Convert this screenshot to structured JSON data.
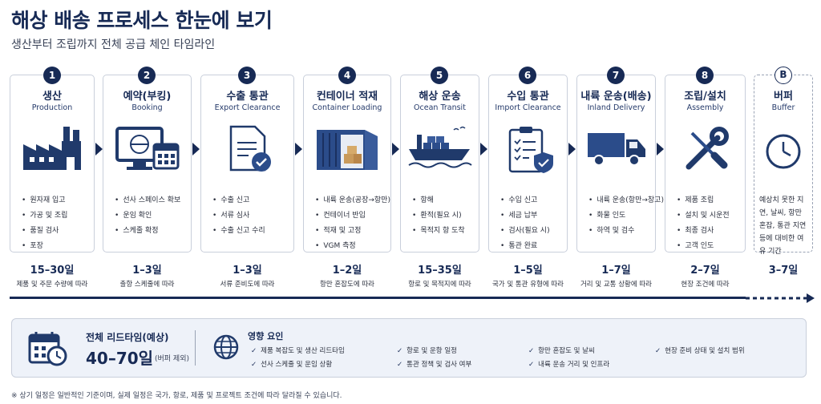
{
  "title": "해상 배송 프로세스 한눈에 보기",
  "subtitle": "생산부터 조립까지 전체 공급 체인 타임라인",
  "stages": [
    {
      "num": "1",
      "kr": "생산",
      "en": "Production",
      "bullets": [
        "원자재 입고",
        "가공 및 조립",
        "품질 검사",
        "포장"
      ],
      "duration": "15–30일",
      "note": "제품 및 주문 수량에 따라"
    },
    {
      "num": "2",
      "kr": "예약(부킹)",
      "en": "Booking",
      "bullets": [
        "선사 스페이스 확보",
        "운임 확인",
        "스케줄 확정"
      ],
      "duration": "1–3일",
      "note": "출항 스케줄에 따라"
    },
    {
      "num": "3",
      "kr": "수출 통관",
      "en": "Export Clearance",
      "bullets": [
        "수출 신고",
        "서류 심사",
        "수출 신고 수리"
      ],
      "duration": "1–3일",
      "note": "서류 준비도에 따라"
    },
    {
      "num": "4",
      "kr": "컨테이너 적재",
      "en": "Container Loading",
      "bullets": [
        "내륙 운송(공장→항만)",
        "컨테이너 반입",
        "적재 및 고정",
        "VGM 측정"
      ],
      "duration": "1–2일",
      "note": "항만 혼잡도에 따라"
    },
    {
      "num": "5",
      "kr": "해상 운송",
      "en": "Ocean Transit",
      "bullets": [
        "항해",
        "환적(필요 시)",
        "목적지 항 도착"
      ],
      "duration": "15–35일",
      "note": "항로 및 목적지에 따라"
    },
    {
      "num": "6",
      "kr": "수입 통관",
      "en": "Import Clearance",
      "bullets": [
        "수입 신고",
        "세금 납부",
        "검사(필요 시)",
        "통관 완료"
      ],
      "duration": "1–5일",
      "note": "국가 및 통관 유형에 따라"
    },
    {
      "num": "7",
      "kr": "내륙 운송(배송)",
      "en": "Inland Delivery",
      "bullets": [
        "내륙 운송(항만→창고)",
        "화물 인도",
        "하역 및 검수"
      ],
      "duration": "1–7일",
      "note": "거리 및 교통 상황에 따라"
    },
    {
      "num": "8",
      "kr": "조립/설치",
      "en": "Assembly",
      "bullets": [
        "제품 조립",
        "설치 및 시운전",
        "최종 검사",
        "고객 인도"
      ],
      "duration": "2–7일",
      "note": "현장 조건에 따라"
    }
  ],
  "buffer": {
    "badge": "B",
    "kr": "버퍼",
    "en": "Buffer",
    "text": "예상치 못한 지연, 날씨, 항만 혼잡, 통관 지연 등에 대비한 여유 기간",
    "duration": "3–7일"
  },
  "summary": {
    "lead_label": "전체 리드타임(예상)",
    "lead_value": "40–70일",
    "lead_note": "(버퍼 제외)",
    "factors_title": "영향 요인",
    "factors": [
      "제품 복잡도 및 생산 리드타임",
      "항로 및 운항 일정",
      "항만 혼잡도 및 날씨",
      "현장 준비 상태 및 설치 범위",
      "선사 스케줄 및 운임 상황",
      "통관 정책 및 검사 여부",
      "내륙 운송 거리 및 인프라"
    ]
  },
  "footnote": "※ 상기 일정은 일반적인 기준이며, 실제 일정은 국가, 항로, 제품 및 프로젝트 조건에 따라 달라질 수 있습니다.",
  "colors": {
    "navy": "#172a55",
    "panel": "#eef2f9",
    "border": "#c9cfdb"
  },
  "icons": [
    "factory-icon",
    "computer-calendar-icon",
    "document-check-icon",
    "container-boxes-icon",
    "cargo-ship-icon",
    "clipboard-shield-icon",
    "delivery-truck-icon",
    "wrench-screwdriver-icon",
    "clock-icon",
    "calendar-clock-icon",
    "globe-icon"
  ]
}
